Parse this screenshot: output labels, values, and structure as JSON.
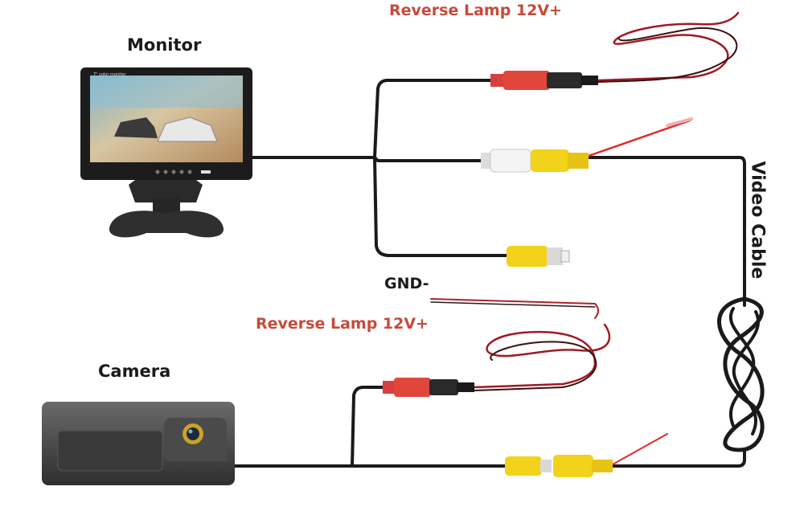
{
  "labels": {
    "monitor": "Monitor",
    "camera": "Camera",
    "gnd": "GND-",
    "reverse_lamp_top": "Reverse Lamp 12V+",
    "reverse_lamp_mid": "Reverse Lamp 12V+",
    "video_cable": "Video Cable"
  },
  "monitor_screen_text": "7\" color monitor",
  "colors": {
    "wire": "#1a1a1a",
    "red_wire": "#b0202a",
    "rca_yellow": "#f2d21a",
    "rca_white": "#f4f4f4",
    "rca_red": "#e0473a",
    "label_red": "#c84a3a"
  }
}
